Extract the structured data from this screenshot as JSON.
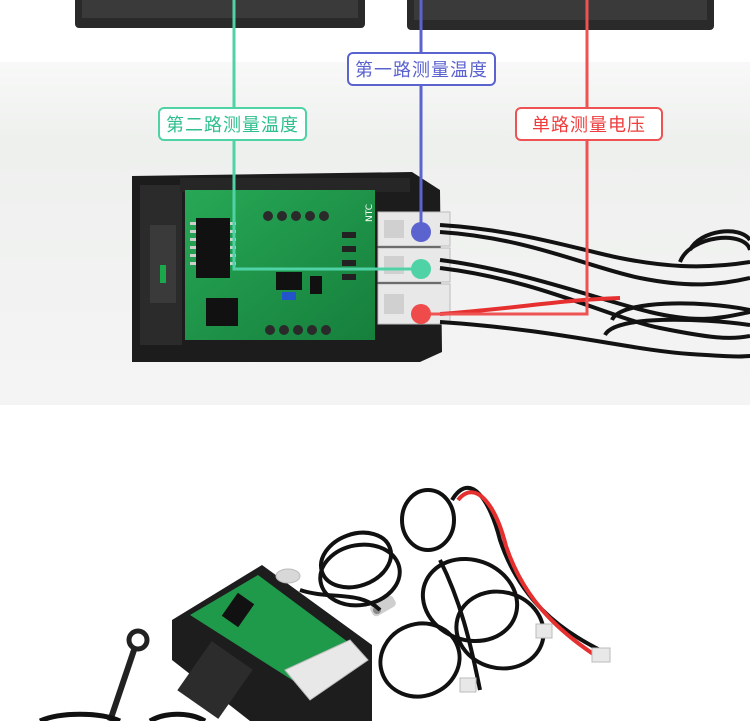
{
  "callouts": {
    "channel1_temperature": "第一路测量温度",
    "channel2_temperature": "第二路测量温度",
    "single_voltage": "单路测量电压"
  },
  "board_labels": {
    "ntc": "NTC"
  },
  "bottom_caption": "",
  "colors": {
    "channel1": "#5b63cf",
    "channel2": "#4fd3a6",
    "voltage": "#ef5252",
    "pcb": "#1f9a4b",
    "connector": "#e8e8e8"
  }
}
